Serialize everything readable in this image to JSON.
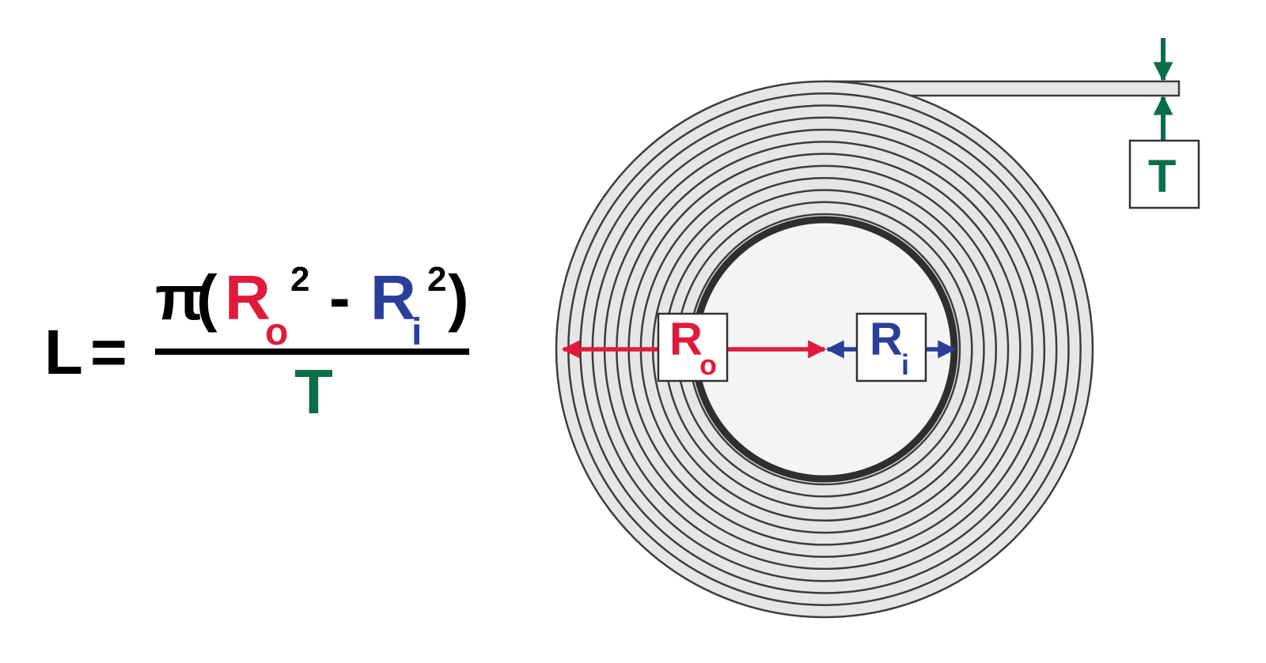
{
  "formula": {
    "lhs": "L",
    "equals": "=",
    "pi": "π",
    "open_paren": "(",
    "outer_radius_symbol": "R",
    "outer_radius_subscript": "o",
    "outer_exponent": "2",
    "minus": "-",
    "inner_radius_symbol": "R",
    "inner_radius_subscript": "i",
    "inner_exponent": "2",
    "close_paren": ")",
    "denominator": "T"
  },
  "labels": {
    "outer_radius": {
      "symbol": "R",
      "subscript": "o"
    },
    "inner_radius": {
      "symbol": "R",
      "subscript": "i"
    },
    "thickness": "T"
  },
  "colors": {
    "outer_radius": "#e11a3c",
    "inner_radius": "#2b3f9a",
    "thickness": "#0b6e48",
    "text": "#000000",
    "roll_fill": "#e6e6e6",
    "roll_stroke": "#3d3d3d",
    "core_fill": "#f3f4f6",
    "core_ring": "#2f2f2f"
  }
}
